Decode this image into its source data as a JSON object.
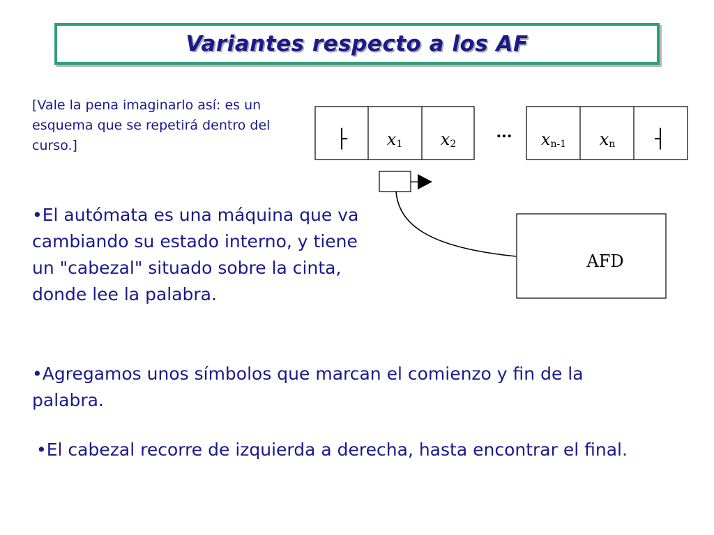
{
  "title": "Variantes respecto a los AF",
  "note": "[Vale la pena imaginarlo así: es un esquema que se repetirá dentro del curso.]",
  "paragraphs": [
    "•El autómata es una máquina que va cambiando su estado interno, y tiene un \"cabezal\" situado sobre la cinta, donde lee la palabra.",
    "•Agregamos unos símbolos que marcan el comienzo y fin de la palabra.",
    "•El cabezal recorre de izquierda a derecha, hasta encontrar el final."
  ],
  "diagram": {
    "tape_left": {
      "start_marker": "├",
      "cells": [
        {
          "base": "x",
          "sub": "1"
        },
        {
          "base": "x",
          "sub": "2"
        }
      ]
    },
    "ellipsis": "...",
    "tape_right": {
      "cells": [
        {
          "base": "x",
          "sub": "n-1"
        },
        {
          "base": "x",
          "sub": "n"
        }
      ],
      "end_marker": "┤"
    },
    "automaton_label": "AFD"
  }
}
